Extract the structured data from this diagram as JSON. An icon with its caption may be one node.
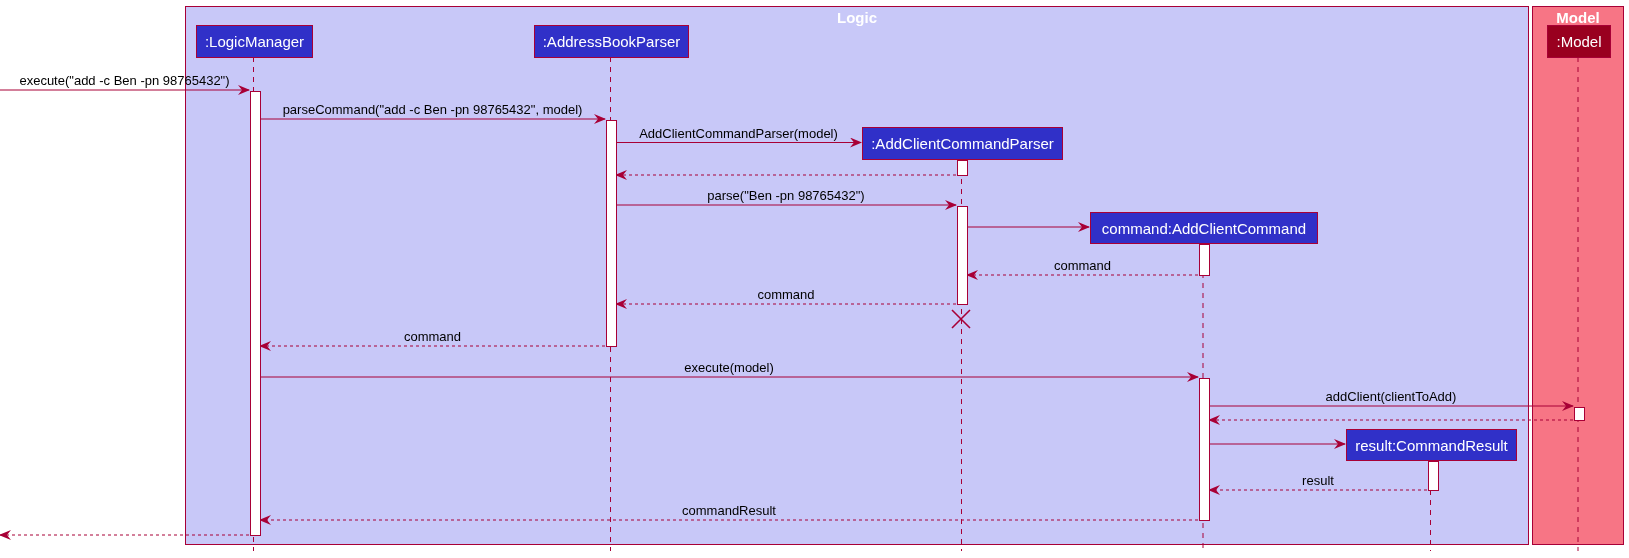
{
  "diagram": {
    "nodes": [
      {
        "text": [
          "Logic"
        ]
      },
      {
        "text": [
          "Model"
        ]
      },
      {
        "text": [
          ":LogicManager"
        ],
        "in": 0
      },
      {
        "text": [
          ":AddressBookParser"
        ],
        "in": 0
      },
      {
        "text": [
          ":AddClientCommandParser"
        ],
        "in": 0
      },
      {
        "text": [
          "command:AddClientCommand"
        ],
        "in": 0
      },
      {
        "text": [
          "result:CommandResult"
        ],
        "in": 0
      },
      {
        "text": [
          ":Model"
        ],
        "in": 1
      },
      {
        "text": [],
        "shape": "bar",
        "in": 0
      },
      {
        "text": [],
        "shape": "bar",
        "in": 0
      },
      {
        "text": [],
        "shape": "bar",
        "in": 0
      },
      {
        "text": [],
        "shape": "bar",
        "in": 0
      },
      {
        "text": [],
        "shape": "bar",
        "in": 0
      },
      {
        "text": [],
        "shape": "bar",
        "in": 0
      },
      {
        "text": [],
        "shape": "bar",
        "in": 1
      },
      {
        "text": [],
        "shape": "bar",
        "in": 0
      }
    ],
    "edges": [
      {
        "from": null,
        "to": 8,
        "arrow": "to",
        "label": "execute(\"add -c Ben -pn 98765432\")"
      },
      {
        "from": 8,
        "to": 9,
        "arrow": "to",
        "label": "parseCommand(\"add -c Ben -pn 98765432\", model)"
      },
      {
        "from": 9,
        "to": 4,
        "arrow": "to",
        "label": "AddClientCommandParser(model)"
      },
      {
        "from": 10,
        "to": 9,
        "arrow": "to",
        "style": "dashed"
      },
      {
        "from": 9,
        "to": 11,
        "arrow": "to",
        "label": "parse(\"Ben -pn 98765432\")"
      },
      {
        "from": 11,
        "to": 5,
        "arrow": "to"
      },
      {
        "from": 12,
        "to": 11,
        "arrow": "to",
        "style": "dashed",
        "label": "command"
      },
      {
        "from": 11,
        "to": 9,
        "arrow": "to",
        "style": "dashed",
        "label": "command"
      },
      {
        "from": 9,
        "to": 8,
        "arrow": "to",
        "style": "dashed",
        "label": "command"
      },
      {
        "from": 8,
        "to": 13,
        "arrow": "to",
        "label": "execute(model)"
      },
      {
        "from": 13,
        "to": 14,
        "arrow": "to",
        "label": "addClient(clientToAdd)"
      },
      {
        "from": 14,
        "to": 13,
        "arrow": "to",
        "style": "dashed"
      },
      {
        "from": 13,
        "to": 6,
        "arrow": "to"
      },
      {
        "from": 15,
        "to": 13,
        "arrow": "to",
        "style": "dashed",
        "label": "result"
      },
      {
        "from": 13,
        "to": 8,
        "arrow": "to",
        "style": "dashed",
        "label": "commandResult"
      },
      {
        "from": 8,
        "to": null,
        "arrow": "to",
        "style": "dashed"
      }
    ]
  }
}
